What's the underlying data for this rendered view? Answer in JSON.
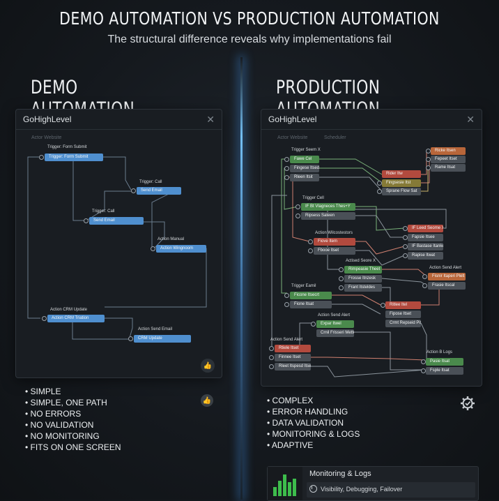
{
  "header": {
    "title": "DEMO AUTOMATION VS PRODUCTION AUTOMATION",
    "subtitle": "The structural difference reveals why implementations fail"
  },
  "demo": {
    "heading": "DEMO AUTOMATION",
    "panel_title": "GoHighLevel",
    "close_glyph": "✕",
    "crumb": "Actor Website",
    "nodes": {
      "n1_label": "Trigger: Form Submit",
      "n1_text": "Trigger: Form Submit",
      "n2_label": "Trigger: Call",
      "n2_text": "Send Email",
      "n3_label": "Trigger: Call",
      "n3_text": "Send Email",
      "n4_label": "Action Manual",
      "n4_text": "Action Wingnoom",
      "n5_label": "Action CRM Update",
      "n5_text": "Action CRM Triation",
      "n6_label": "Action Send Email",
      "n6_text": "CRM Update"
    },
    "bullets": [
      "• SIMPLE",
      "• SIMPLE, ONE PATH",
      "• NO ERRORS",
      "• NO VALIDATION",
      "• NO MONITORING",
      "• FITS ON ONE SCREEN"
    ]
  },
  "production": {
    "heading": "PRODUCTION AUTOMATION",
    "panel_title": "GoHighLevel",
    "close_glyph": "✕",
    "crumb": "Actor Website",
    "crumb2": "Scheduler",
    "nodes": {
      "a_label": "Trigger Seem X",
      "a1": "Fawe Cel",
      "a2": "Fingese Itsed",
      "a3": "Rleen Itsit",
      "b1": "Rider Itw",
      "b2": "Fingsesie Itst",
      "b3": "Sprane Flow Sat",
      "c1": "Ricke Itsen",
      "c2": "Fepeet Itset",
      "c3": "Rame Itsat",
      "d_label": "Trigger Cell",
      "d1": "IF Bt Vlagneces Thes+Y",
      "d2": "Ripsess Sateen",
      "e_label": "Action Wilcostestors",
      "e1": "Fiove Item",
      "e2": "Fbooe Itset",
      "f1": "IF Leed Seome X",
      "f2": "Fapsie Itsee",
      "f3": "IF Bastase Itanke",
      "f4": "Rapise Itwat",
      "g_label": "Actised Seore X",
      "g1": "Rimpeasie Theet",
      "g2": "Frosse Itnzesk",
      "g3": "Frant Itsteldes",
      "h_label": "Action Send Alert",
      "h1": "Fisnir Itaperi Plelt",
      "h2": "Frasie Itscal",
      "i_label": "Trigger Eamil",
      "i1": "Ficone Itsecrt",
      "i2": "Fione Itsat",
      "j1": "Ritlee Itel",
      "j2": "Fipose Itset",
      "j3": "Crmt Repseid Pissk",
      "k_label": "Action Send Alert",
      "k1": "Expar Itwel",
      "k2": "Crnil Frisseri Metter",
      "l_label": "Action Send Alert",
      "l1": "Rtiele Itset",
      "l2": "Finnee Itset",
      "l3": "Rleet Itspesd Itse",
      "m_label": "Action B Logs",
      "m1": "Pasie Itsat",
      "m2": "Fsple Itsat"
    },
    "bullets": [
      "• COMPLEX",
      "• ERROR HANDLING",
      "• DATA VALIDATION",
      "• MONITORING & LOGS",
      "• ADAPTIVE"
    ],
    "monitor": {
      "title": "Monitoring & Logs",
      "detail": "Visibility, Debugging, Failover",
      "bars": [
        0.35,
        0.6,
        0.85,
        0.55,
        0.7
      ]
    }
  },
  "colors": {
    "demo_node": "#4f8fcf",
    "good": "#4a8a4c",
    "error": "#b24a3e",
    "neutral": "#4a5057",
    "glow": "#78c8ff",
    "monitor_bar": "#3dbd4c"
  },
  "icons": [
    "thumbs-up-icon",
    "gear-check-icon",
    "bar-chart-icon",
    "clock-icon"
  ]
}
